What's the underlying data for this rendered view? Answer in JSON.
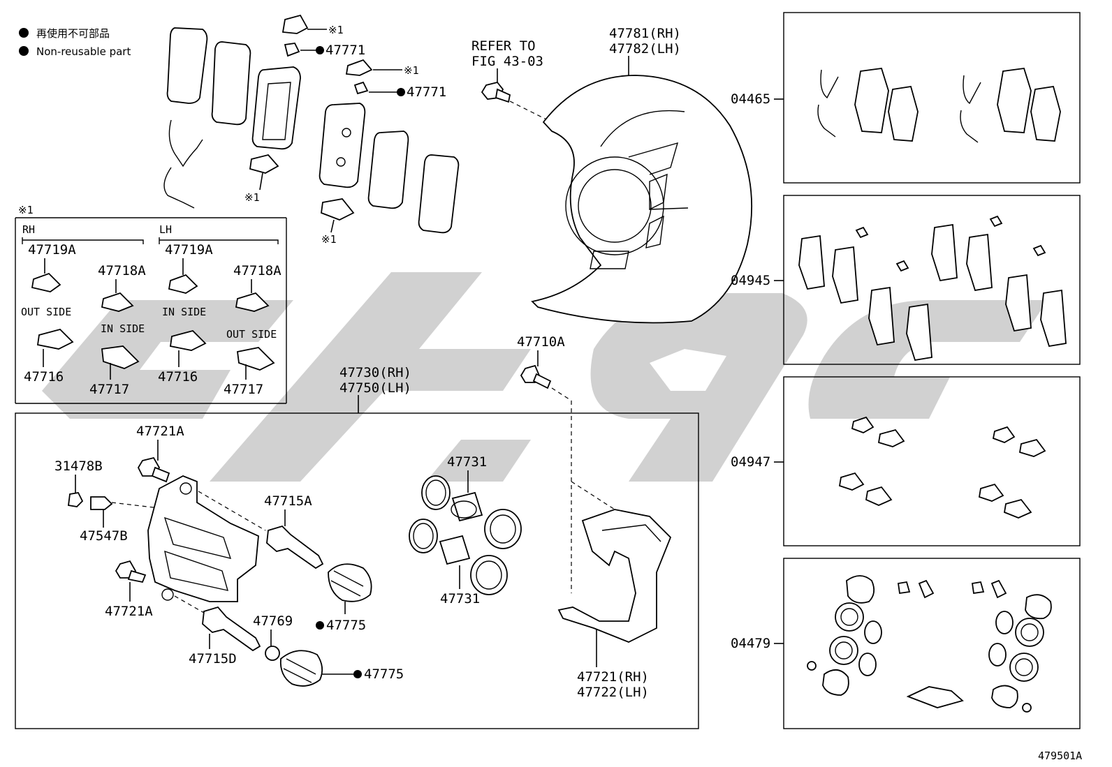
{
  "legend": {
    "jp_text": "再使用不可部品",
    "en_text": "Non-reusable part"
  },
  "figure_code": "479501A",
  "top_labels": {
    "mark_1a": "※1",
    "p47771a": "47771",
    "mark_1b": "※1",
    "p47771b": "47771",
    "mark_1c": "※1",
    "mark_1d": "※1",
    "refer_1": "REFER TO",
    "refer_2": "FIG 43-03",
    "p47781": "47781(RH)",
    "p47782": "47782(LH)",
    "p47710a": "47710A"
  },
  "subset_box": {
    "mark": "※1",
    "rh": "RH",
    "lh": "LH",
    "rh_47719a": "47719A",
    "rh_47718a": "47718A",
    "rh_outside": "OUT SIDE",
    "rh_inside": "IN SIDE",
    "rh_47716": "47716",
    "rh_47717": "47717",
    "lh_47719a": "47719A",
    "lh_47718a": "47718A",
    "lh_inside": "IN SIDE",
    "lh_outside": "OUT SIDE",
    "lh_47716": "47716",
    "lh_47717": "47717"
  },
  "caliper_box": {
    "p47730": "47730(RH)",
    "p47750": "47750(LH)",
    "p47721a_top": "47721A",
    "p31478b": "31478B",
    "p47547b": "47547B",
    "p47721a_bot": "47721A",
    "p47715a": "47715A",
    "p47715d": "47715D",
    "p47769": "47769",
    "p47775a": "47775",
    "p47775b": "47775",
    "p47731a": "47731",
    "p47731b": "47731",
    "p47721": "47721(RH)",
    "p47722": "47722(LH)"
  },
  "kits": [
    {
      "code": "04465"
    },
    {
      "code": "04945"
    },
    {
      "code": "04947"
    },
    {
      "code": "04479"
    }
  ],
  "colors": {
    "line": "#000000",
    "watermark": "#c9c9c9",
    "background": "#ffffff"
  }
}
